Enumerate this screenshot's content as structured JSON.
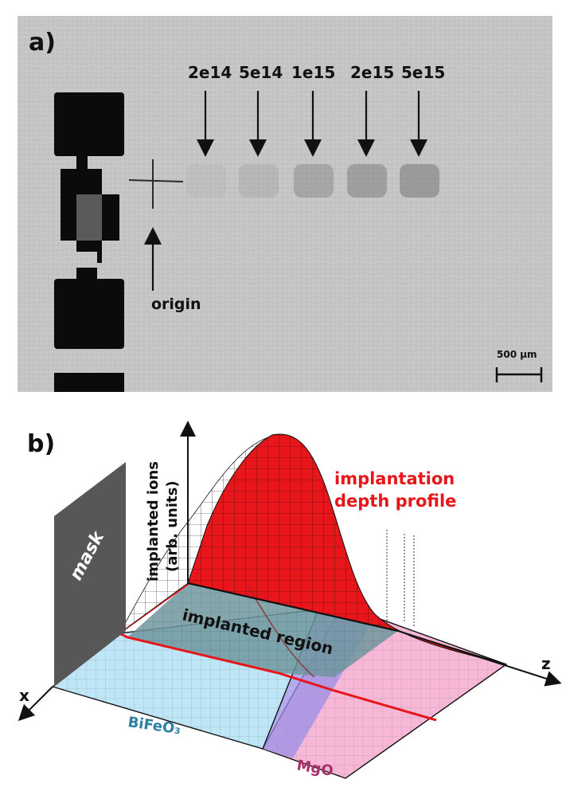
{
  "panel_a": {
    "label": "a)",
    "doses": [
      {
        "label": "2e14",
        "spot_opacity": 0.05
      },
      {
        "label": "5e14",
        "spot_opacity": 0.12
      },
      {
        "label": "1e15",
        "spot_opacity": 0.28
      },
      {
        "label": "2e15",
        "spot_opacity": 0.34
      },
      {
        "label": "5e15",
        "spot_opacity": 0.38
      }
    ],
    "origin_label": "origin",
    "scale_bar": "500 µm"
  },
  "panel_b": {
    "label": "b)",
    "y_axis_line1": "implanted ions",
    "y_axis_line2": "(arb. units)",
    "mask_label": "mask",
    "profile_line1": "implantation",
    "profile_line2": "depth profile",
    "region_label": "implanted region",
    "bifeo3_label": "BiFeO₃",
    "mgo_label": "MgO",
    "z_label": "z",
    "x_label": "x"
  },
  "colors": {
    "profile": "#e8161b",
    "bifeo3": "#2d7fa0",
    "mgo": "#a8306e",
    "region": "#6f979e"
  }
}
